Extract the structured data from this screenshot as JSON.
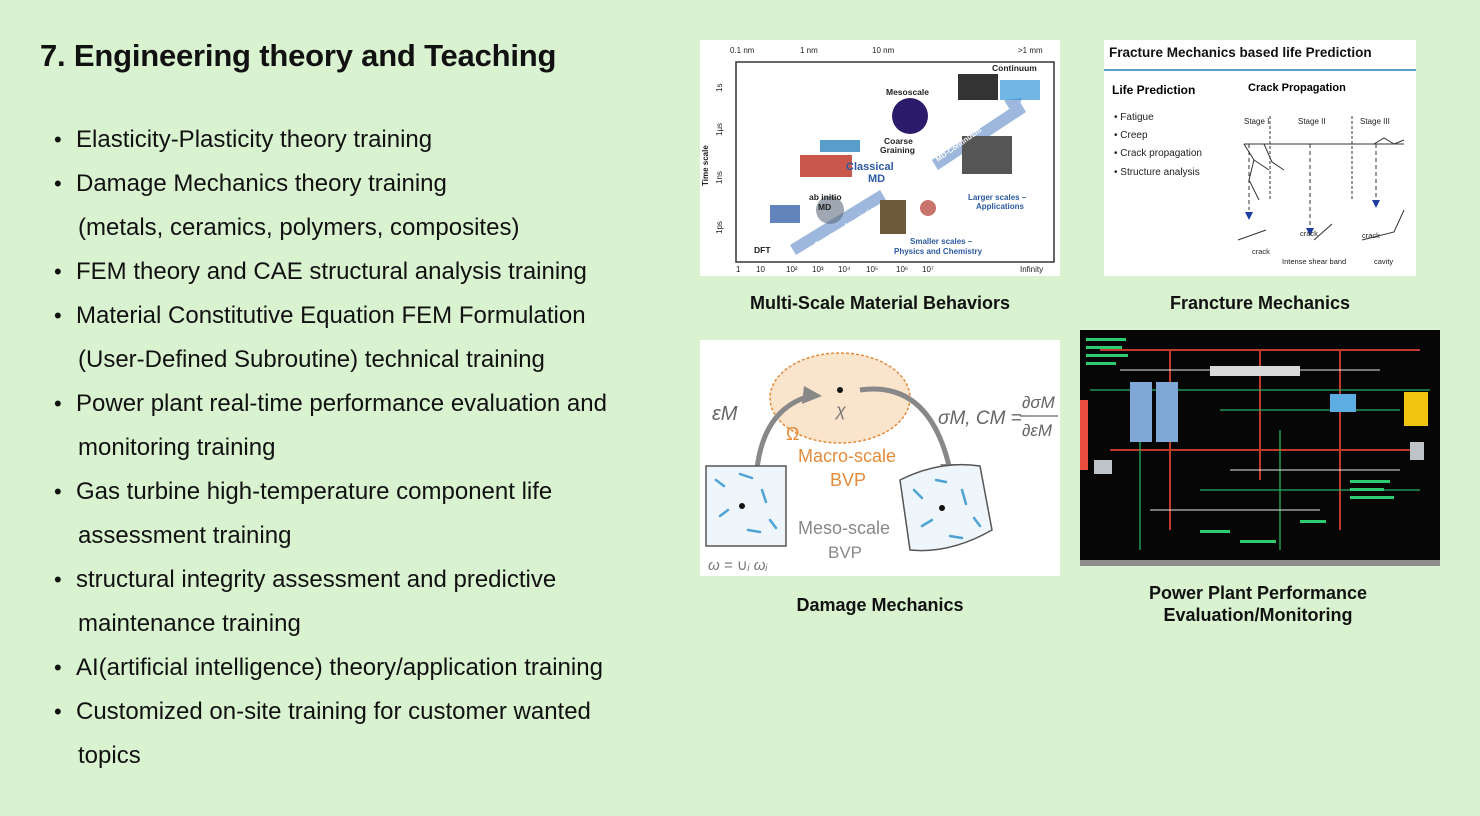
{
  "title": "7. Engineering theory and Teaching",
  "bullets": [
    {
      "lines": [
        "Elasticity-Plasticity theory training"
      ]
    },
    {
      "lines": [
        "Damage Mechanics theory training",
        "(metals, ceramics, polymers, composites)"
      ]
    },
    {
      "lines": [
        "FEM theory and  CAE structural analysis training"
      ]
    },
    {
      "lines": [
        "Material Constitutive Equation FEM Formulation",
        "(User-Defined Subroutine) technical training"
      ]
    },
    {
      "lines": [
        "Power plant real-time performance evaluation and",
        "monitoring training"
      ]
    },
    {
      "lines": [
        "Gas turbine high-temperature component life",
        "assessment training"
      ]
    },
    {
      "lines": [
        "structural integrity assessment and predictive",
        "maintenance training"
      ]
    },
    {
      "lines": [
        "AI(artificial intelligence) theory/application training"
      ]
    },
    {
      "lines": [
        "Customized on-site training for customer wanted",
        "topics"
      ]
    }
  ],
  "figures": {
    "multiscale": {
      "caption": "Multi-Scale Material Behaviors",
      "top_ticks": [
        "0.1 nm",
        "1 nm",
        "10 nm",
        ">1 mm"
      ],
      "bottom_ticks": [
        "1",
        "10",
        "10²",
        "10³",
        "10⁴",
        "10⁵",
        "10⁶",
        "10⁷",
        "Infinity"
      ],
      "left_ticks": [
        "1s",
        "1μs",
        "1ns",
        "1ps"
      ],
      "y_axis": "Time scale",
      "labels": {
        "continuum": "Continuum",
        "mesoscale": "Mesoscale",
        "coarse": "Coarse",
        "graining": "Graining",
        "classical": "Classical",
        "md": "MD",
        "ab_initio": "ab initio",
        "ab_md": "MD",
        "dft": "DFT",
        "md_continuum": "MD-Continuum",
        "quantum_atomistic": "Quantum-Atomistic",
        "larger1": "Larger scales –",
        "larger2": "Applications",
        "smaller1": "Smaller scales –",
        "smaller2": "Physics and Chemistry"
      }
    },
    "fracture": {
      "caption": "Francture Mechanics",
      "header": "Fracture Mechanics based life Prediction",
      "life_title": "Life Prediction",
      "crack_title": "Crack Propagation",
      "items": [
        "• Fatigue",
        "• Creep",
        "• Crack propagation",
        "• Structure analysis"
      ],
      "stages": [
        "Stage I",
        "Stage II",
        "Stage III"
      ],
      "bottom": [
        "crack",
        "crack",
        "crack",
        "Intense shear band",
        "cavity"
      ]
    },
    "damage": {
      "caption": "Damage Mechanics",
      "eps": "εM",
      "omega": "Ω",
      "chi": "χ",
      "sigma": "σM, CM =",
      "frac_top": "∂σM",
      "frac_bot": "∂εM",
      "macro1": "Macro-scale",
      "macro2": "BVP",
      "meso1": "Meso-scale",
      "meso2": "BVP",
      "formula": "ω = ∪ᵢ ωᵢ"
    },
    "powerplant": {
      "caption_line1": "Power Plant Performance",
      "caption_line2": "Evaluation/Monitoring"
    }
  }
}
